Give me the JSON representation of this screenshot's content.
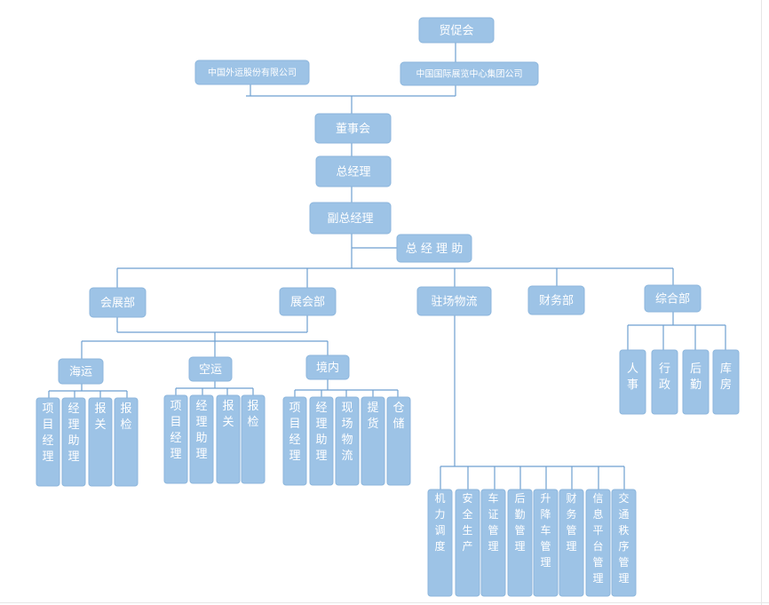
{
  "colors": {
    "box": "#9dc3e6",
    "box_border": "#8db6dc",
    "text": "#ffffff",
    "line": "#6e9fd0"
  },
  "nodes": {
    "top": "贸促会",
    "sh1": "中国外运股份有限公司",
    "sh2": "中国国际展览中心集团公司",
    "board": "董事会",
    "gm": "总经理",
    "dgm": "副总经理",
    "asst": "总 经 理 助",
    "d1": "会展部",
    "d2": "展会部",
    "d3": "驻场物流",
    "d4": "财务部",
    "d5": "综合部",
    "g1": "海运",
    "g2": "空运",
    "g3": "境内",
    "g1_children": [
      "项目经理",
      "经理助理",
      "报关",
      "报检"
    ],
    "g2_children": [
      "项目经理",
      "经理助理",
      "报关",
      "报检"
    ],
    "g3_children": [
      "项目经理",
      "经理助理",
      "现场物流",
      "提货",
      "仓储"
    ],
    "d3_children": [
      "机力调度",
      "安全生产",
      "车证管理",
      "后勤管理",
      "升降车管理",
      "财务管理",
      "信息平台管理",
      "交通秩序管理"
    ],
    "d5_children": [
      "人事",
      "行政",
      "后勤",
      "库房"
    ]
  }
}
